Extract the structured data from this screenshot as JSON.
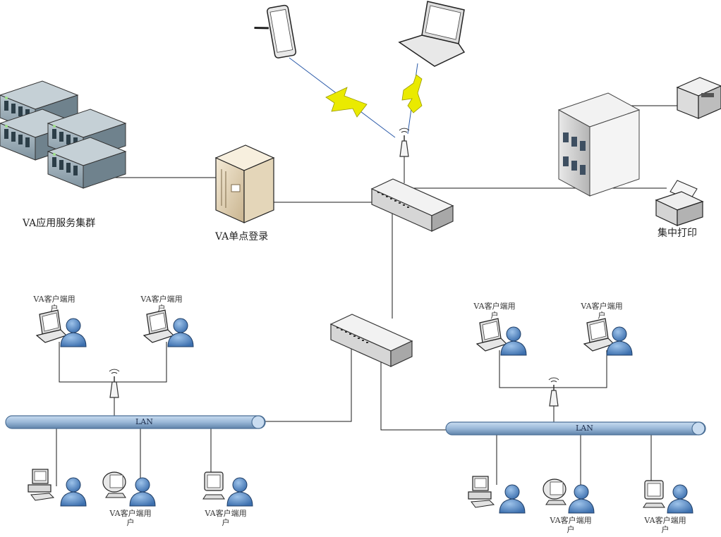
{
  "labels": {
    "cluster": "VA应用服务集群",
    "sso": "VA单点登录",
    "print": "集中打印",
    "lan": "LAN",
    "client_line1": "VA客户端用",
    "client_line2": "户"
  },
  "colors": {
    "lan_fill": "#9ab8d8",
    "lan_stroke": "#4b6f96",
    "user_fill": "#4d82bf",
    "wireless": "#e8e800",
    "line": "#1a1a1a"
  }
}
